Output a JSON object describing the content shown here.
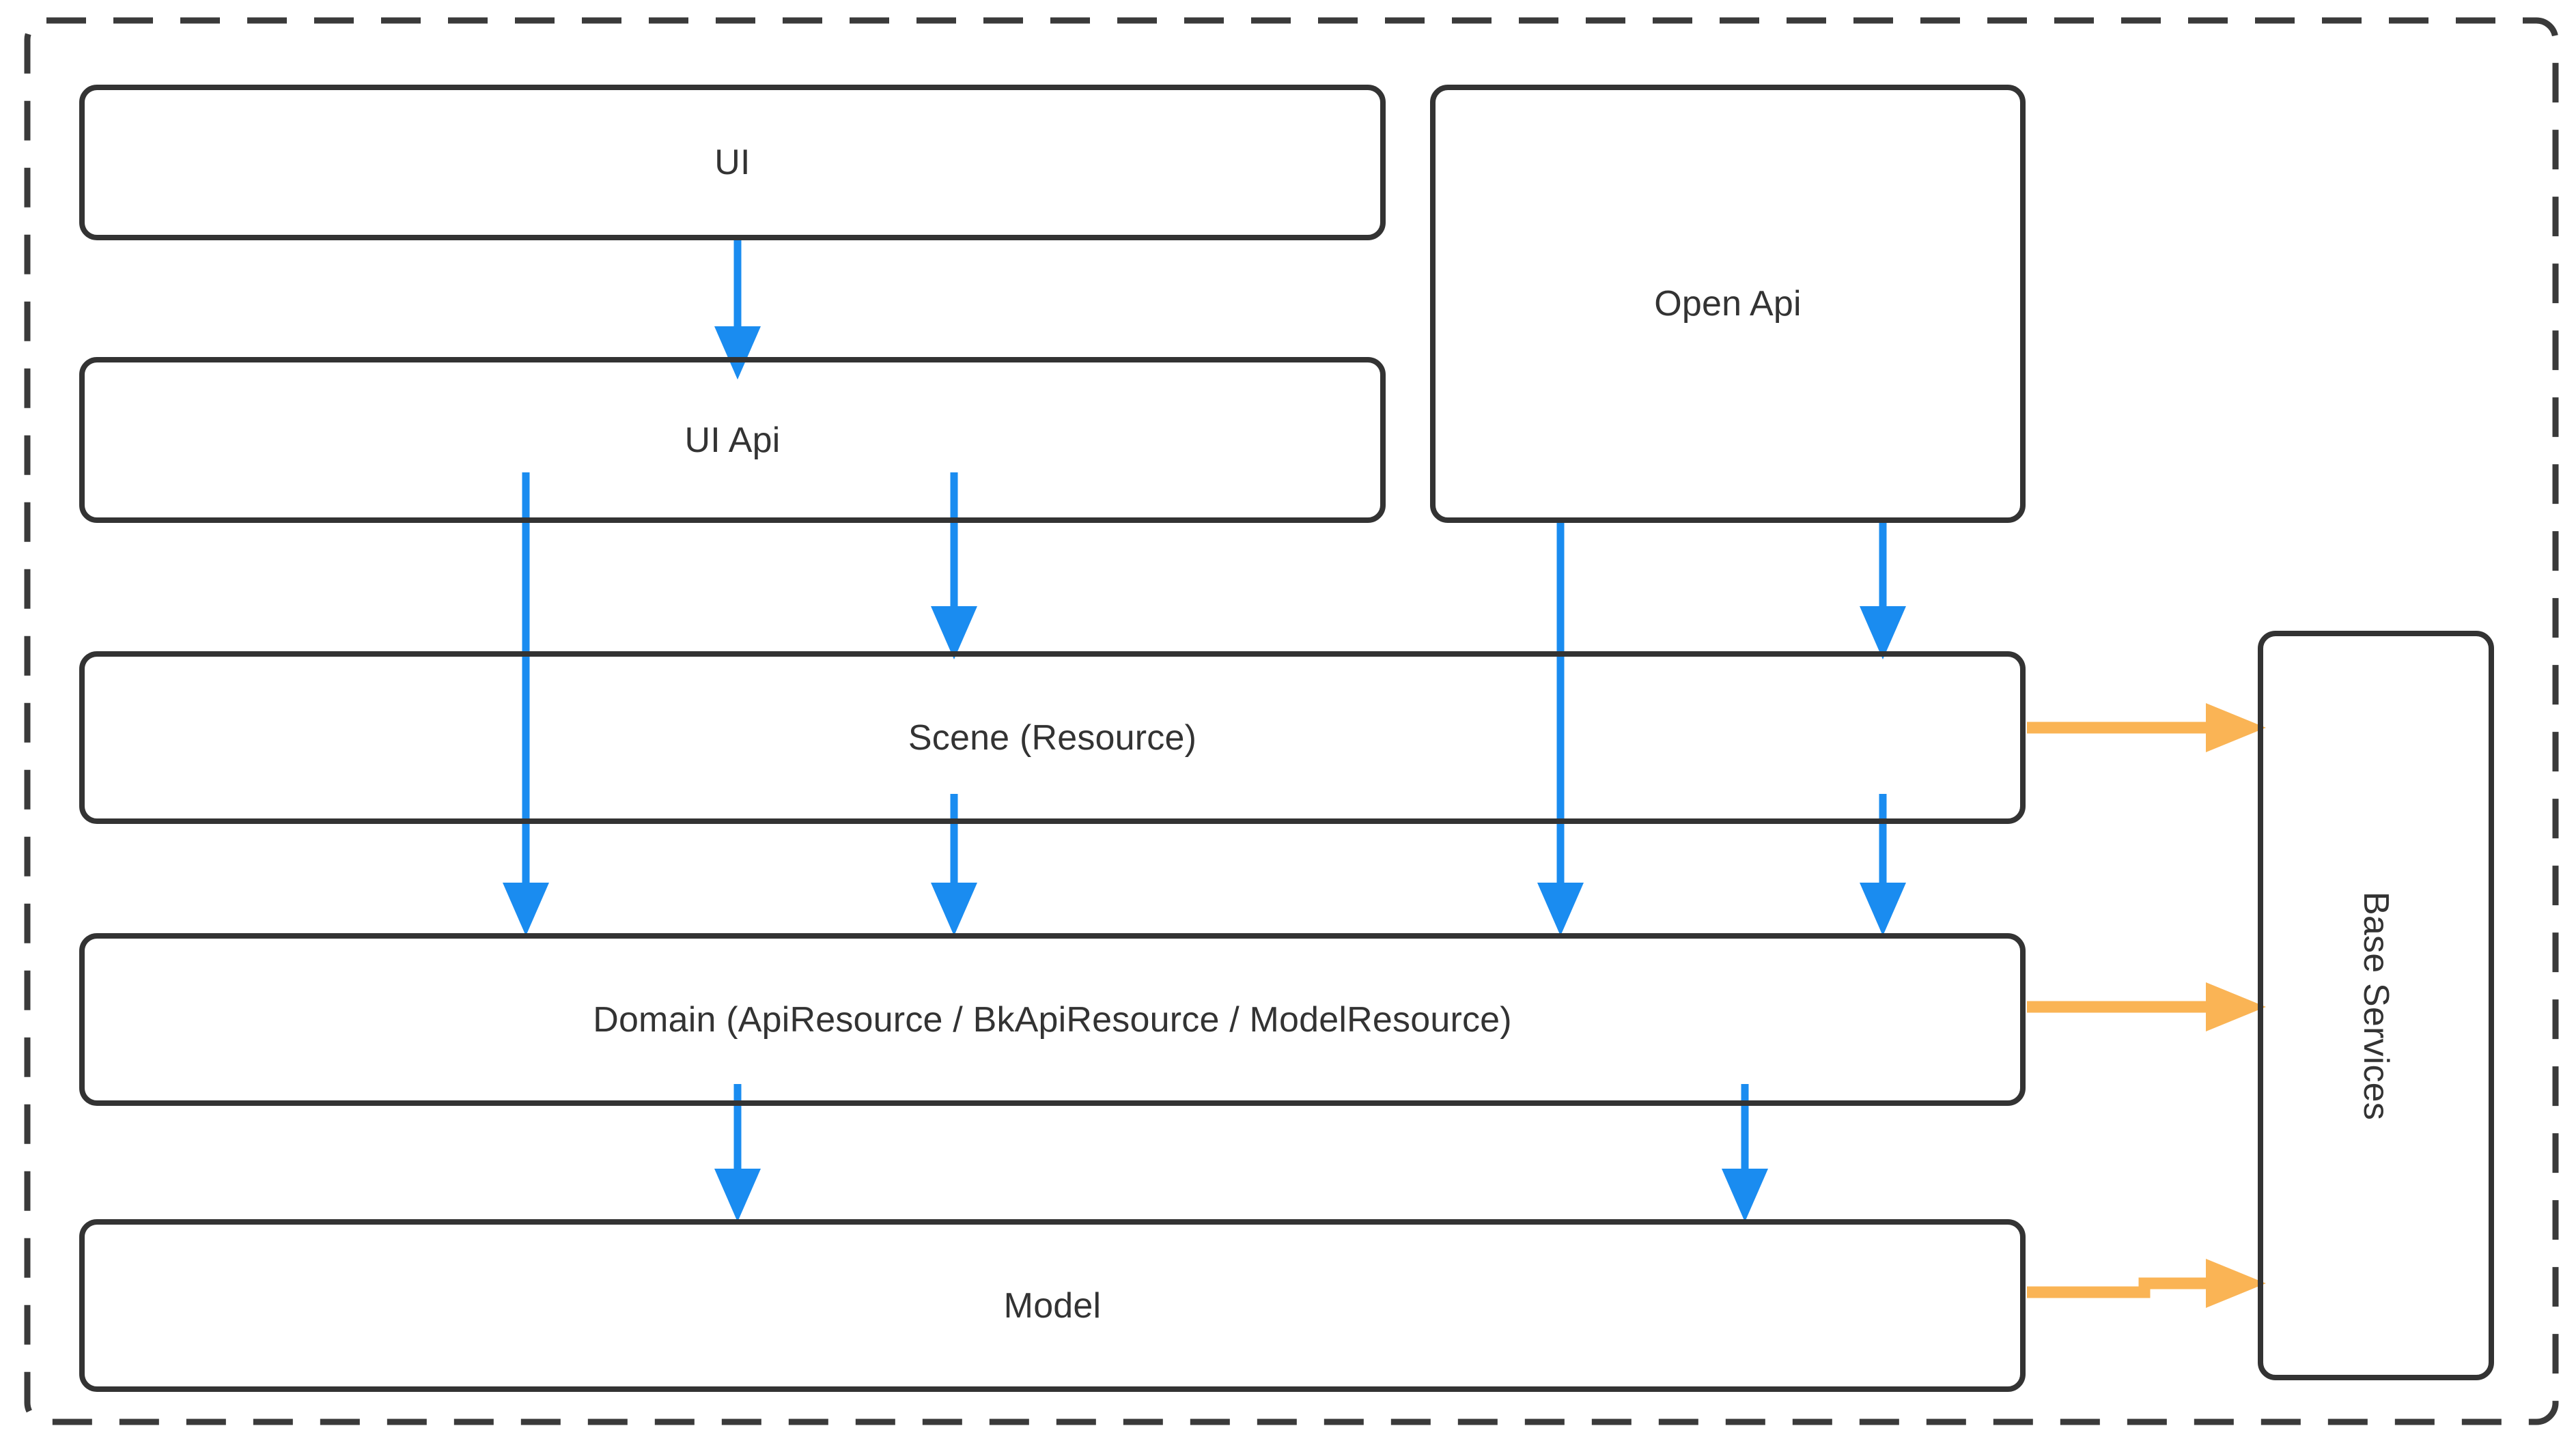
{
  "diagram": {
    "title": "Layered Architecture Diagram",
    "boundary": {
      "name": "system-boundary",
      "style": "dashed"
    },
    "colors": {
      "box_stroke": "#333333",
      "box_fill": "#ffffff",
      "text": "#333333",
      "blue_arrow": "#1a8cf0",
      "orange_arrow": "#fab455",
      "boundary_stroke": "#3a3a3a",
      "page_background": "#ffffff"
    },
    "nodes": [
      {
        "id": "ui",
        "label": "UI"
      },
      {
        "id": "ui-api",
        "label": "UI Api"
      },
      {
        "id": "open-api",
        "label": "Open Api"
      },
      {
        "id": "scene",
        "label": "Scene (Resource)"
      },
      {
        "id": "domain",
        "label": "Domain (ApiResource / BkApiResource / ModelResource)"
      },
      {
        "id": "model",
        "label": "Model"
      },
      {
        "id": "base-services",
        "label": "Base Services",
        "orientation": "vertical"
      }
    ],
    "edges": [
      {
        "from": "ui",
        "to": "ui-api",
        "color": "blue",
        "direction": "down"
      },
      {
        "from": "ui-api",
        "to": "scene",
        "color": "blue",
        "direction": "down"
      },
      {
        "from": "ui-api",
        "to": "domain",
        "color": "blue",
        "direction": "down"
      },
      {
        "from": "open-api",
        "to": "scene",
        "color": "blue",
        "direction": "down"
      },
      {
        "from": "open-api",
        "to": "domain",
        "color": "blue",
        "direction": "down"
      },
      {
        "from": "scene",
        "to": "domain",
        "color": "blue",
        "direction": "down"
      },
      {
        "from": "domain",
        "to": "model",
        "color": "blue",
        "direction": "down"
      },
      {
        "from": "scene",
        "to": "base-services",
        "color": "orange",
        "direction": "right"
      },
      {
        "from": "domain",
        "to": "base-services",
        "color": "orange",
        "direction": "right"
      },
      {
        "from": "model",
        "to": "base-services",
        "color": "orange",
        "direction": "right"
      }
    ]
  }
}
